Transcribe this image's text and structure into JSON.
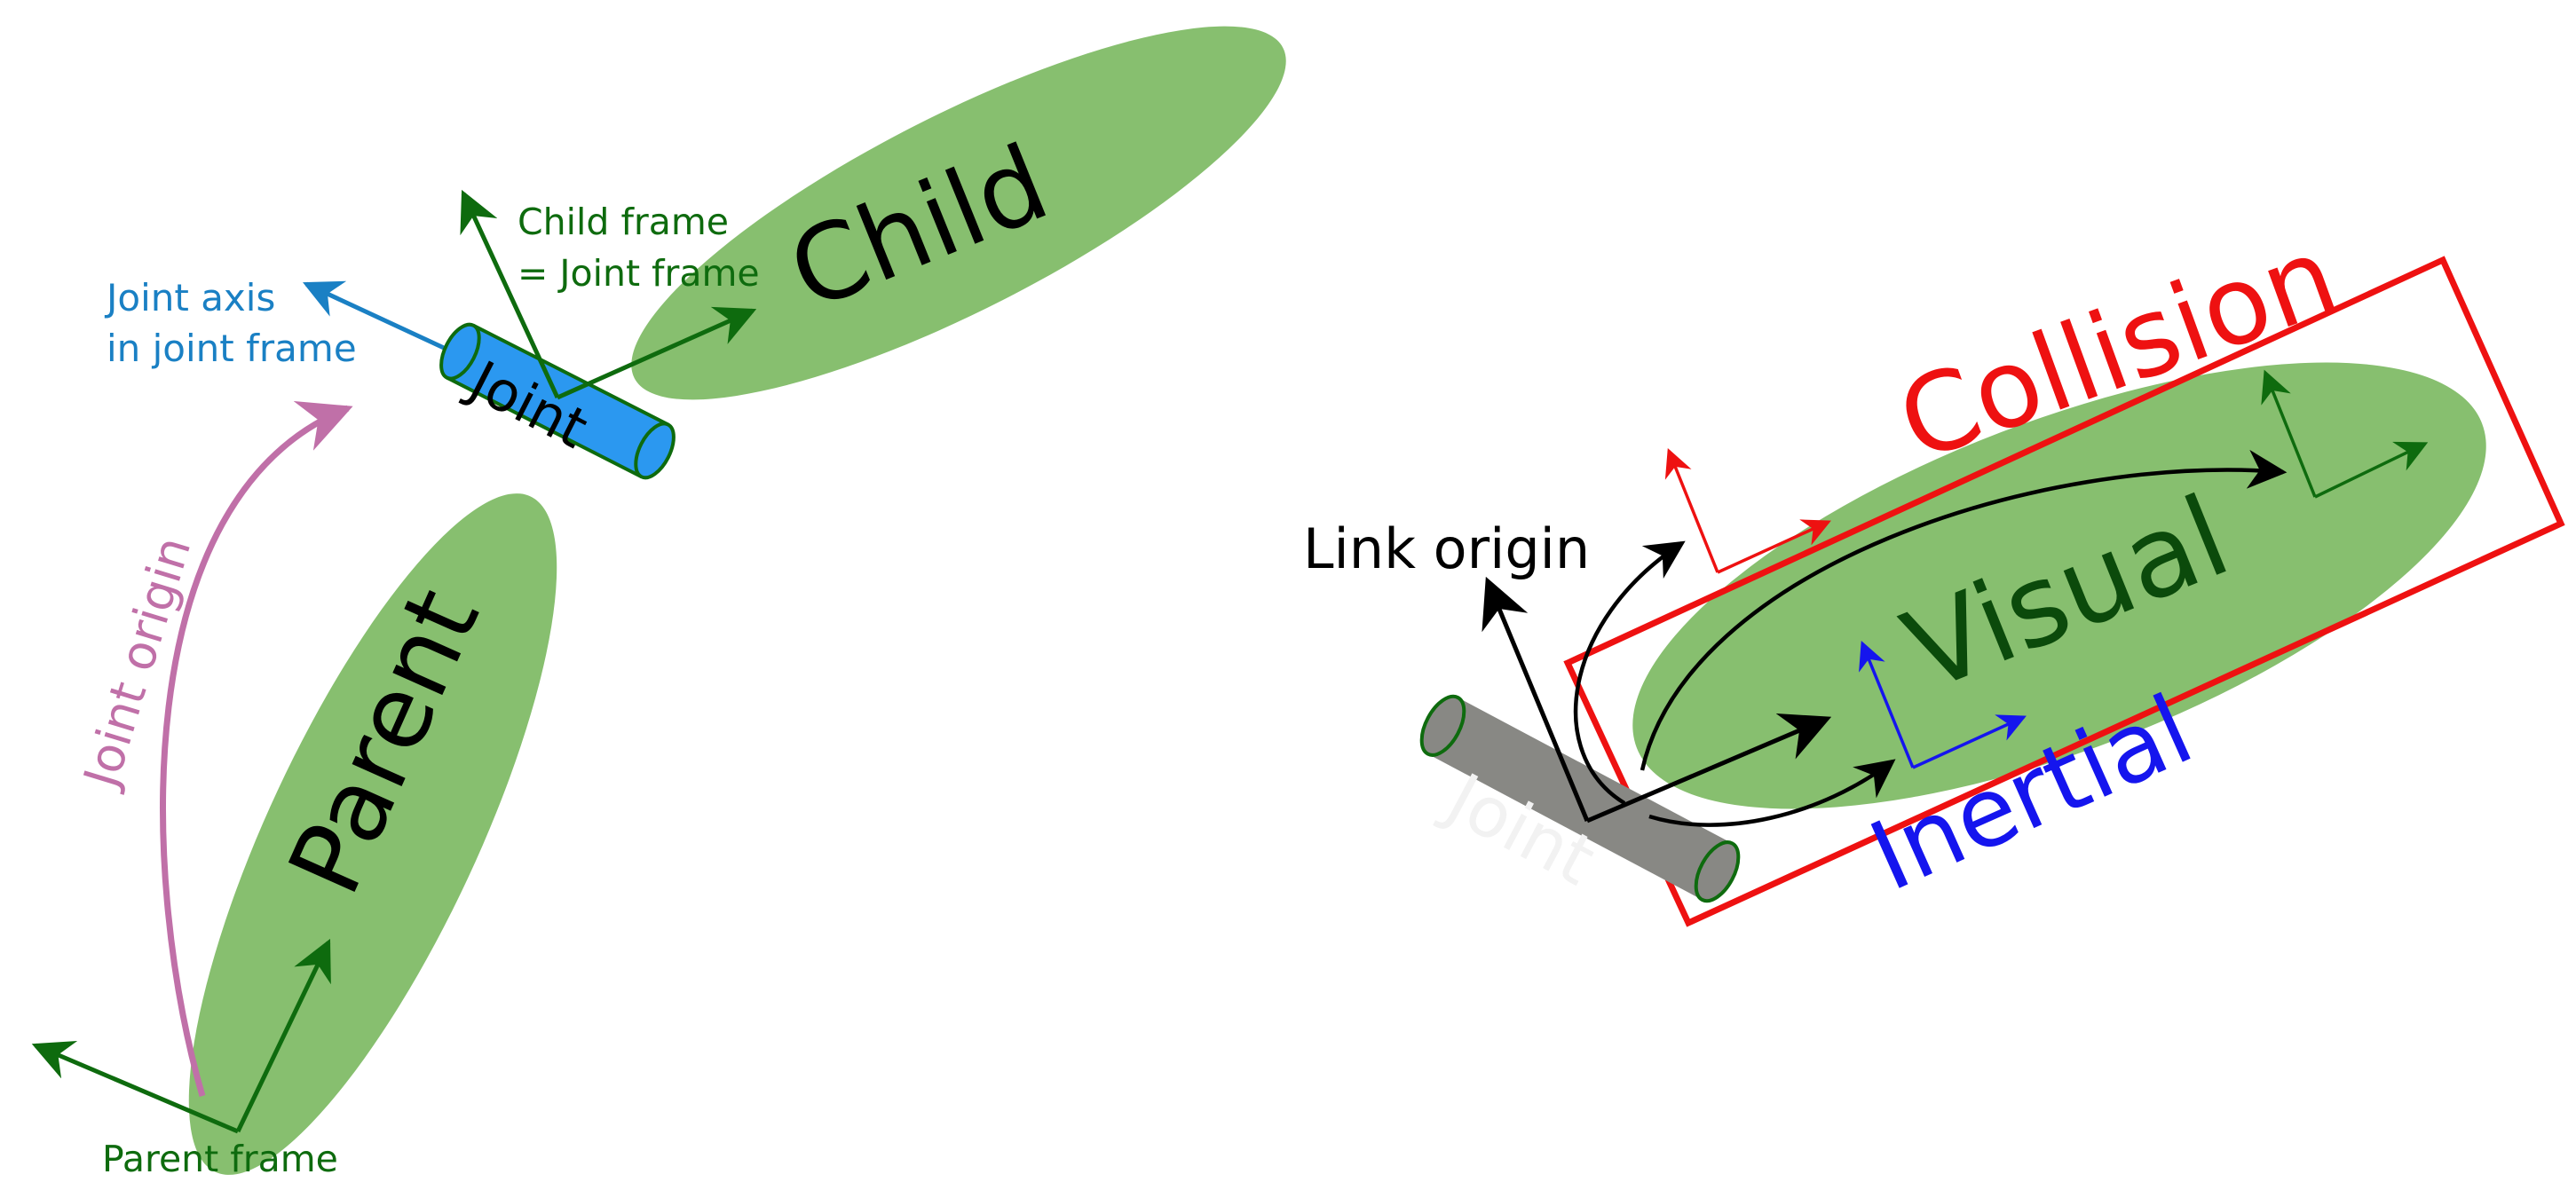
{
  "left": {
    "labels": {
      "child": "Child",
      "parent": "Parent",
      "joint": "Joint",
      "child_frame_line1": "Child frame",
      "child_frame_line2": "= Joint frame",
      "joint_axis_line1": "Joint axis",
      "joint_axis_line2": "in joint frame",
      "joint_origin": "Joint origin",
      "parent_frame": "Parent frame"
    }
  },
  "right": {
    "labels": {
      "collision": "Collision",
      "visual": "Visual",
      "inertial": "Inertial",
      "joint": "Joint",
      "link_origin": "Link origin"
    }
  },
  "colors": {
    "link_fill": "#87bf6f",
    "frame_green": "#0e6b0e",
    "joint_axis_blue": "#1a80c4",
    "joint_blue": "#2b98f0",
    "joint_origin_pink": "#c070a8",
    "collision_red": "#ee1111",
    "inertial_blue": "#1515ee",
    "visual_dark_green": "#0b4a0b",
    "joint_gray": "#888884",
    "black": "#000000"
  }
}
